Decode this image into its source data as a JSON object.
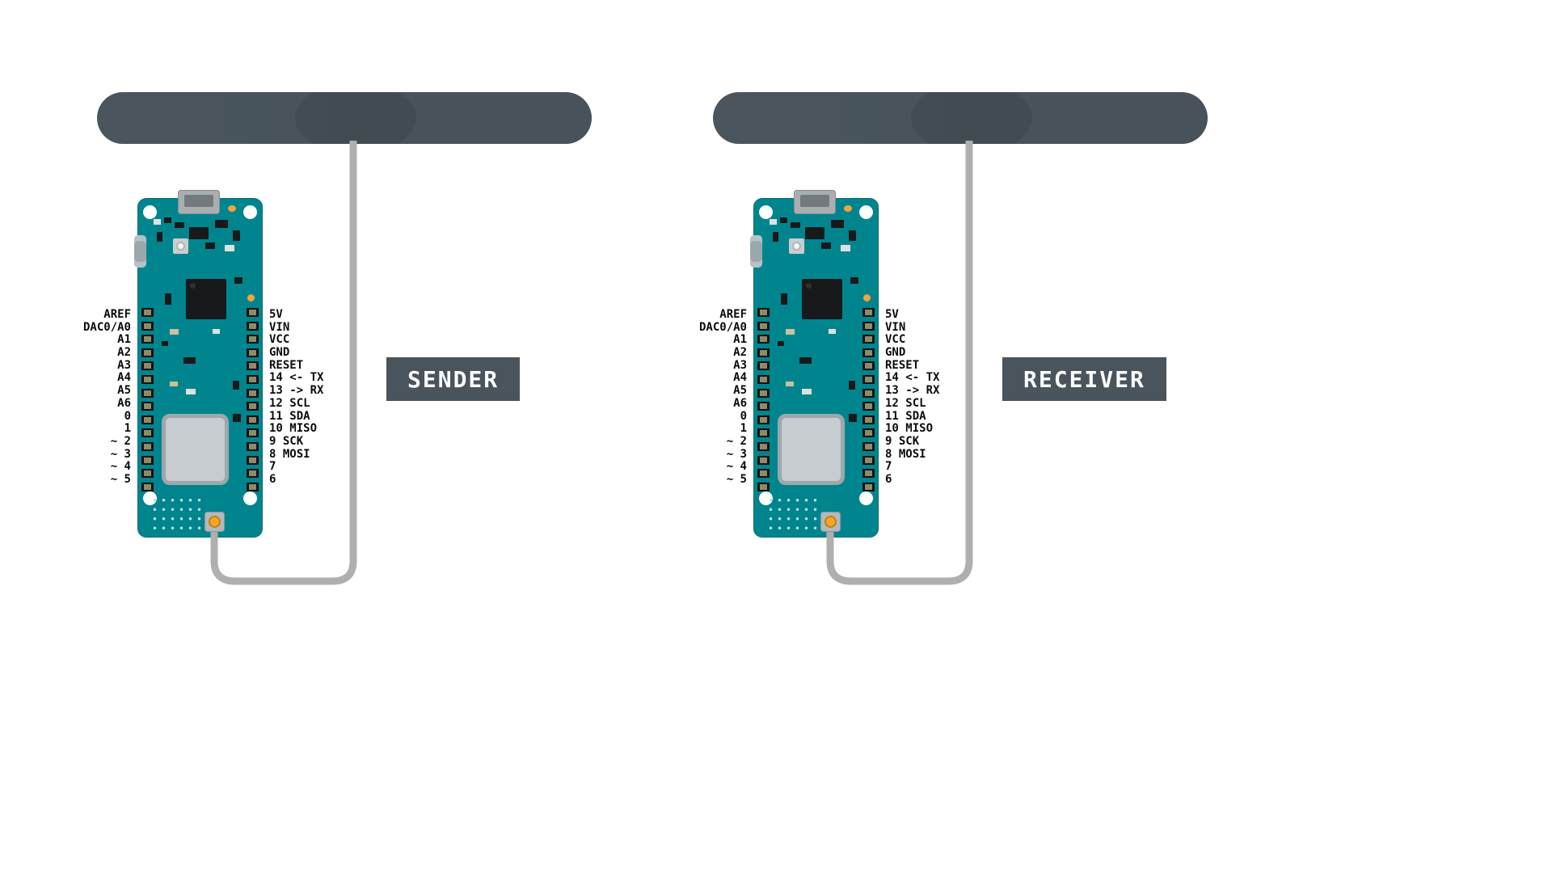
{
  "diagram": {
    "description": "Two Arduino MKR boards, each wired to an external antenna",
    "module_count": 2
  },
  "colors": {
    "background": "#FFFFFF",
    "antenna": "#47525A",
    "cable": "#AFAFAF",
    "board": "#00858E",
    "role_box": "#4A545C",
    "role_text": "#FFFFFF",
    "pin_label": "#0B0B0B",
    "connector": "#F5A623"
  },
  "pins": {
    "left": [
      "AREF",
      "DAC0/A0",
      "A1",
      "A2",
      "A3",
      "A4",
      "A5",
      "A6",
      "0",
      "1",
      "~ 2",
      "~ 3",
      "~ 4",
      "~ 5"
    ],
    "right": [
      "5V",
      "VIN",
      "VCC",
      "GND",
      "RESET",
      "14 <- TX",
      "13 -> RX",
      "12 SCL",
      "11 SDA",
      "10 MISO",
      "9 SCK",
      "8 MOSI",
      "7",
      "6"
    ]
  },
  "modules": [
    {
      "role_label": "SENDER"
    },
    {
      "role_label": "RECEIVER"
    }
  ]
}
